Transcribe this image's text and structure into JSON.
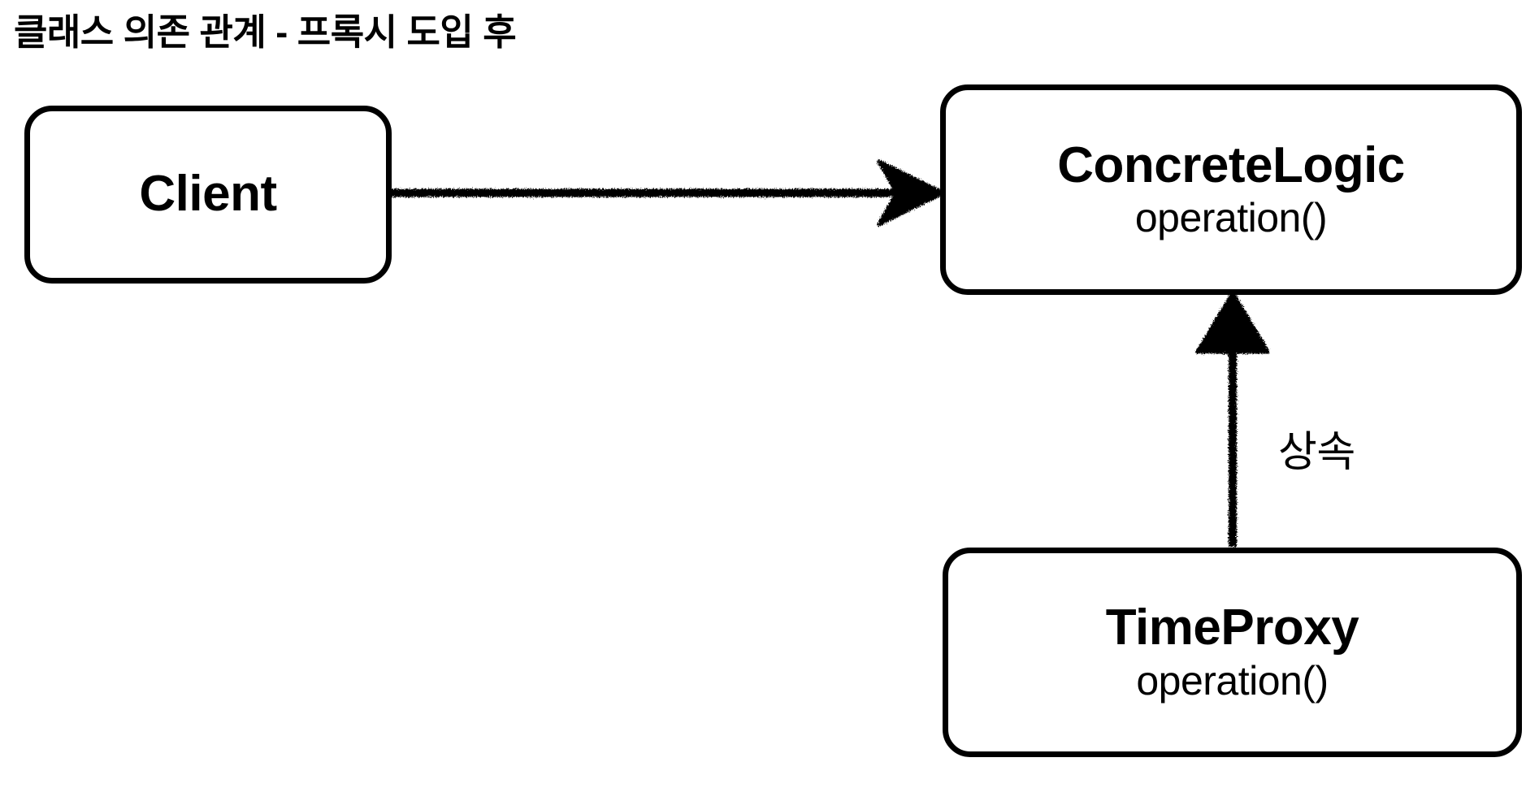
{
  "title": "클래스 의존 관계 - 프록시 도입 후",
  "theme": {
    "background": "#ffffff",
    "stroke": "#000000",
    "text": "#000000"
  },
  "nodes": [
    {
      "id": "client",
      "name": "Client",
      "operation": "",
      "shape": "rounded-rectangle"
    },
    {
      "id": "concrete-logic",
      "name": "ConcreteLogic",
      "operation": "operation()",
      "shape": "rounded-rectangle"
    },
    {
      "id": "time-proxy",
      "name": "TimeProxy",
      "operation": "operation()",
      "shape": "rounded-rectangle"
    }
  ],
  "edges": [
    {
      "id": "client-to-concrete",
      "from": "client",
      "to": "concrete-logic",
      "label": "",
      "style": "solid-arrow",
      "direction": "right"
    },
    {
      "id": "proxy-to-concrete",
      "from": "time-proxy",
      "to": "concrete-logic",
      "label": "상속",
      "style": "solid-arrow",
      "direction": "up"
    }
  ]
}
